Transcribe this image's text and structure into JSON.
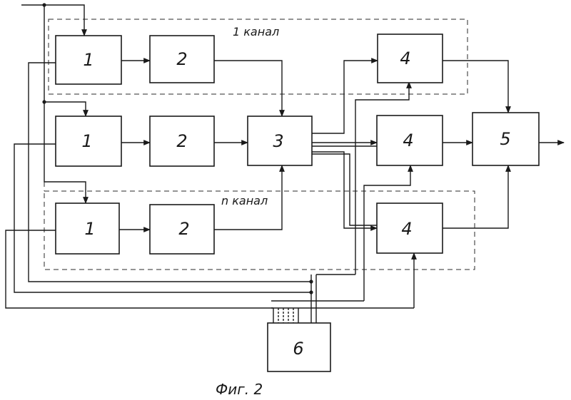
{
  "blocks": {
    "b1_top": "1",
    "b2_top": "2",
    "b1_mid": "1",
    "b2_mid": "2",
    "b3": "3",
    "b4_top": "4",
    "b4_mid": "4",
    "b4_bot": "4",
    "b5": "5",
    "b1_bot": "1",
    "b2_bot": "2",
    "b6": "6"
  },
  "labels": {
    "channel_1": "1 канал",
    "channel_n": "n канал"
  },
  "caption": "Фиг. 2"
}
